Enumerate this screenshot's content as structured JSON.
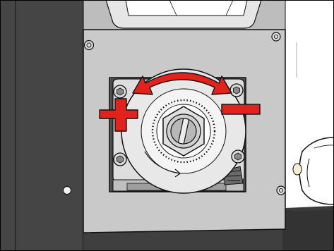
{
  "illustration": {
    "subject": "grinder-burr-adjustment",
    "signs": {
      "increase": "+",
      "decrease": "−"
    },
    "colors": {
      "housing": "#c9c9c9",
      "housing_dark": "#454545",
      "burr": "#e8e8e8",
      "accent_red": "#e3231b",
      "outline": "#111111"
    },
    "icons": {
      "rotate_arrow": "double-headed-rotation-arrow",
      "increase_sign": "plus-sign",
      "decrease_sign": "minus-sign",
      "screws": "hex-socket-screw",
      "burr_center": "slotted-adjustment-nut"
    }
  }
}
